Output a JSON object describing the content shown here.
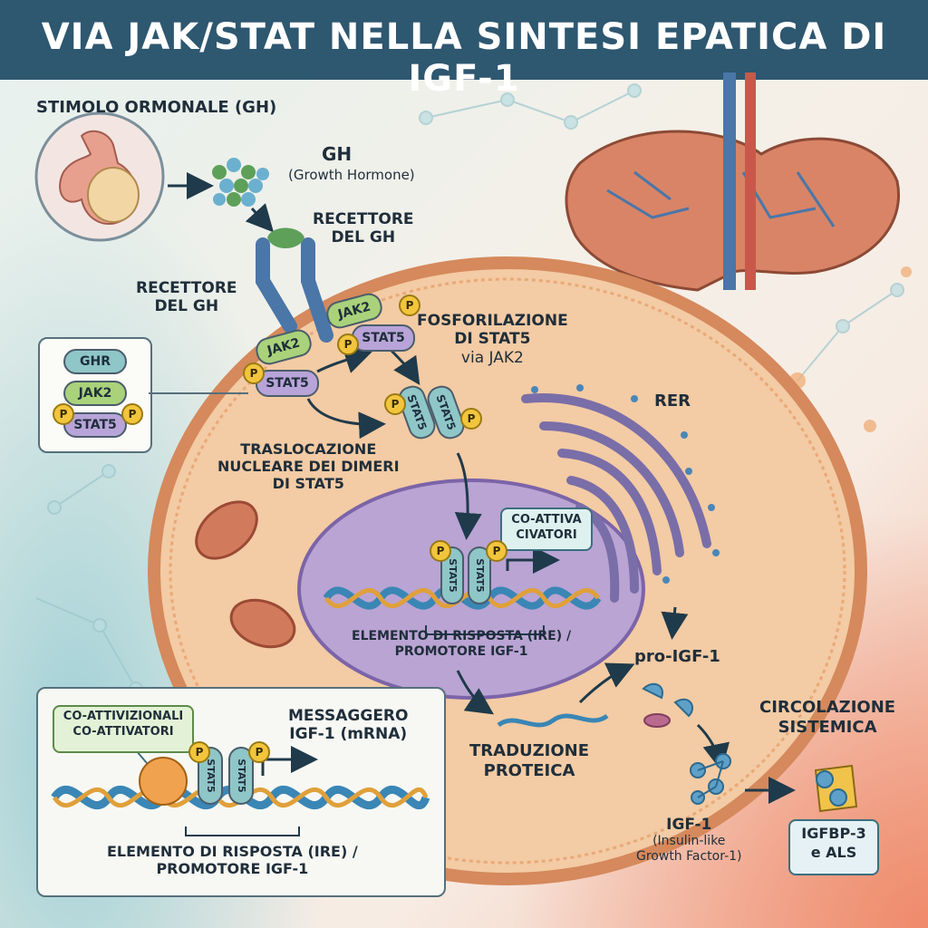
{
  "title": "VIA JAK/STAT NELLA SINTESI EPATICA DI IGF-1",
  "stimulus": {
    "heading": "STIMOLO ORMONALE (GH)",
    "gh": "GH",
    "gh_full": "(Growth Hormone)"
  },
  "receptor": {
    "label_right": [
      "RECETTORE",
      "DEL GH"
    ],
    "label_left": [
      "RECETTORE",
      "DEL GH"
    ]
  },
  "legend": {
    "ghr": "GHR",
    "jak2": "JAK2",
    "stat5": "STAT5",
    "p": "P"
  },
  "membrane": {
    "jak2": "JAK2",
    "stat5": "STAT5"
  },
  "phospho": [
    "FOSFORILAZIONE",
    "DI STAT5",
    "via JAK2"
  ],
  "dimer": {
    "stat5": "STAT5"
  },
  "translocation": [
    "TRASLOCAZIONE",
    "NUCLEARE DEI DIMERI",
    "DI STAT5"
  ],
  "rer": "RER",
  "nucleus": {
    "coactivators": [
      "CO-ATTIVA",
      "CIVATORI"
    ],
    "element": [
      "ELEMENTO DI RISPOSTA (IRE) /",
      "PROMOTORE IGF-1"
    ]
  },
  "pro_igf": "pro-IGF-1",
  "circulation": [
    "CIRCOLAZIONE",
    "SISTEMICA"
  ],
  "translation": [
    "TRADUZIONE",
    "PROTEICA"
  ],
  "igf1": {
    "name": "IGF-1",
    "full": [
      "(Insulin-like",
      "Growth Factor-1)"
    ]
  },
  "binding": [
    "IGFBP-3",
    "e ALS"
  ],
  "inset": {
    "coactivators": [
      "CO-ATTIVIZIONALI",
      "CO-ATTIVATORI"
    ],
    "messenger": [
      "MESSAGGERO",
      "IGF-1 (mRNA)"
    ],
    "element": [
      "ELEMENTO DI RISPOSTA (IRE) /",
      "PROMOTORE IGF-1"
    ]
  }
}
